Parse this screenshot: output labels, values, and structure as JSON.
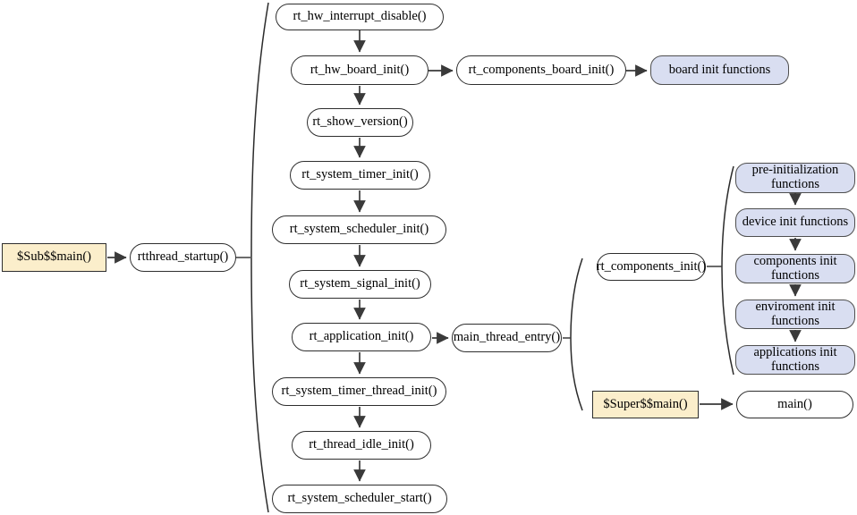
{
  "diagram_type": "flowchart",
  "colors": {
    "entry_fill": "#fbeecb",
    "stage_fill": "#d9def1",
    "node_fill": "#ffffff",
    "border": "#2e2e2e",
    "arrow": "#3a3a3a"
  },
  "nodes": {
    "sub_main": {
      "label": "$Sub$$main()"
    },
    "rtthread_startup": {
      "label": "rtthread_startup()"
    },
    "rt_hw_interrupt_disable": {
      "label": "rt_hw_interrupt_disable()"
    },
    "rt_hw_board_init": {
      "label": "rt_hw_board_init()"
    },
    "rt_components_board_init": {
      "label": "rt_components_board_init()"
    },
    "board_init_functions": {
      "label": "board init functions"
    },
    "rt_show_version": {
      "label": "rt_show_version()"
    },
    "rt_system_timer_init": {
      "label": "rt_system_timer_init()"
    },
    "rt_system_scheduler_init": {
      "label": "rt_system_scheduler_init()"
    },
    "rt_system_signal_init": {
      "label": "rt_system_signal_init()"
    },
    "rt_application_init": {
      "label": "rt_application_init()"
    },
    "main_thread_entry": {
      "label": "main_thread_entry()"
    },
    "rt_components_init": {
      "label": "rt_components_init()"
    },
    "pre_initialization_functions": {
      "label": "pre-initialization functions"
    },
    "device_init_functions": {
      "label": "device init functions"
    },
    "components_init_functions": {
      "label": "components init functions"
    },
    "enviroment_init_functions": {
      "label": "enviroment init functions"
    },
    "applications_init_functions": {
      "label": "applications init functions"
    },
    "super_main": {
      "label": "$Super$$main()"
    },
    "main_fn": {
      "label": "main()"
    },
    "rt_system_timer_thread_init": {
      "label": "rt_system_timer_thread_init()"
    },
    "rt_thread_idle_init": {
      "label": "rt_thread_idle_init()"
    },
    "rt_system_scheduler_start": {
      "label": "rt_system_scheduler_start()"
    }
  }
}
